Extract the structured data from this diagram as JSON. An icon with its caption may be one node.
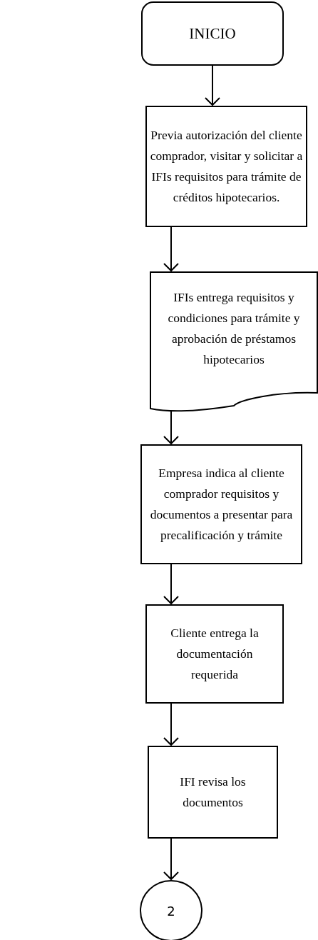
{
  "diagram": {
    "nodes": [
      {
        "text": [
          "INICIO"
        ]
      },
      {
        "text": [
          "Previa autorización del cliente comprador, visitar y solicitar a IFIs requisitos para trámite de créditos hipotecarios."
        ]
      },
      {
        "text": [
          "IFIs entrega requisitos y condiciones para trámite y aprobación de préstamos hipotecarios"
        ]
      },
      {
        "text": [
          "Empresa indica al cliente comprador requisitos y documentos a presentar para precalificación y trámite"
        ]
      },
      {
        "text": [
          "Cliente entrega la documentación requerida"
        ]
      },
      {
        "text": [
          "IFI revisa los documentos"
        ]
      },
      {
        "text": [
          "2"
        ]
      }
    ],
    "edges": [
      {
        "from": 0,
        "to": 1,
        "arrow": "to"
      },
      {
        "from": 1,
        "to": 2,
        "arrow": "to"
      },
      {
        "from": 2,
        "to": 3,
        "arrow": "to"
      },
      {
        "from": 3,
        "to": 4,
        "arrow": "to"
      },
      {
        "from": 4,
        "to": 5,
        "arrow": "to"
      },
      {
        "from": 5,
        "to": 6,
        "arrow": "to"
      }
    ]
  }
}
